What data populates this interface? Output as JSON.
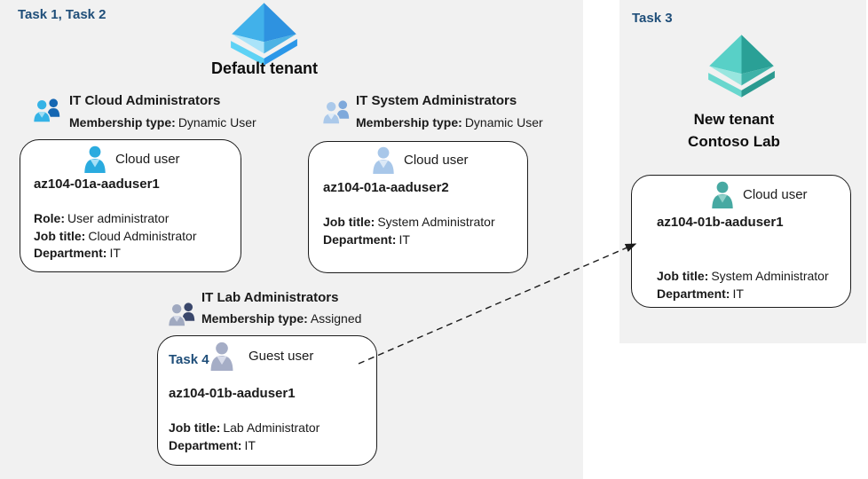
{
  "colors": {
    "panel_bg": "#f1f1f1",
    "card_bg": "#ffffff",
    "card_border": "#1c1c1c",
    "task_label": "#1f4e79",
    "text": "#1a1a1a",
    "arrow": "#1a1a1a",
    "azure_pyramid_blue": [
      "#41b1ea",
      "#2e92e0",
      "#a9e3f9",
      "#4cb2e4",
      "#5ed2f5",
      "#2b97e8"
    ],
    "azure_pyramid_teal": [
      "#58d0c7",
      "#2aa096",
      "#98e6df",
      "#3fb2a8",
      "#69d7ce",
      "#2b9a90"
    ],
    "group_cloud": [
      "#35b3e6",
      "#1567b2"
    ],
    "group_system": [
      "#abc9ea",
      "#7fa9db"
    ],
    "group_lab": [
      "#a0a9c0",
      "#3a476b"
    ],
    "user_cloud_cyan": "#2aabdf",
    "user_cloud_periwinkle": "#a8c7e9",
    "user_cloud_teal": "#47a9a2",
    "user_guest_gray": "#a5adc6"
  },
  "left_panel": {
    "task_label": "Task 1, Task 2",
    "tenant_name": "Default tenant",
    "groups": [
      {
        "title": "IT Cloud Administrators",
        "membership_label": "Membership type:",
        "membership_value": "Dynamic User"
      },
      {
        "title": "IT System Administrators",
        "membership_label": "Membership type:",
        "membership_value": "Dynamic User"
      },
      {
        "title": "IT Lab Administrators",
        "membership_label": "Membership type:",
        "membership_value": "Assigned"
      }
    ],
    "cards": [
      {
        "user_type": "Cloud user",
        "username": "az104-01a-aaduser1",
        "fields": [
          {
            "label": "Role:",
            "value": "User administrator"
          },
          {
            "label": "Job title:",
            "value": "Cloud Administrator"
          },
          {
            "label": "Department:",
            "value": "IT"
          }
        ]
      },
      {
        "user_type": "Cloud user",
        "username": "az104-01a-aaduser2",
        "fields": [
          {
            "label": "Job title:",
            "value": "System Administrator"
          },
          {
            "label": "Department:",
            "value": "IT"
          }
        ]
      },
      {
        "task_label": "Task 4",
        "user_type": "Guest user",
        "username": "az104-01b-aaduser1",
        "fields": [
          {
            "label": "Job title:",
            "value": "Lab Administrator"
          },
          {
            "label": "Department:",
            "value": "IT"
          }
        ]
      }
    ]
  },
  "right_panel": {
    "task_label": "Task 3",
    "tenant_name_line1": "New tenant",
    "tenant_name_line2": "Contoso Lab",
    "card": {
      "user_type": "Cloud user",
      "username": "az104-01b-aaduser1",
      "fields": [
        {
          "label": "Job title:",
          "value": "System Administrator"
        },
        {
          "label": "Department:",
          "value": "IT"
        }
      ]
    }
  }
}
